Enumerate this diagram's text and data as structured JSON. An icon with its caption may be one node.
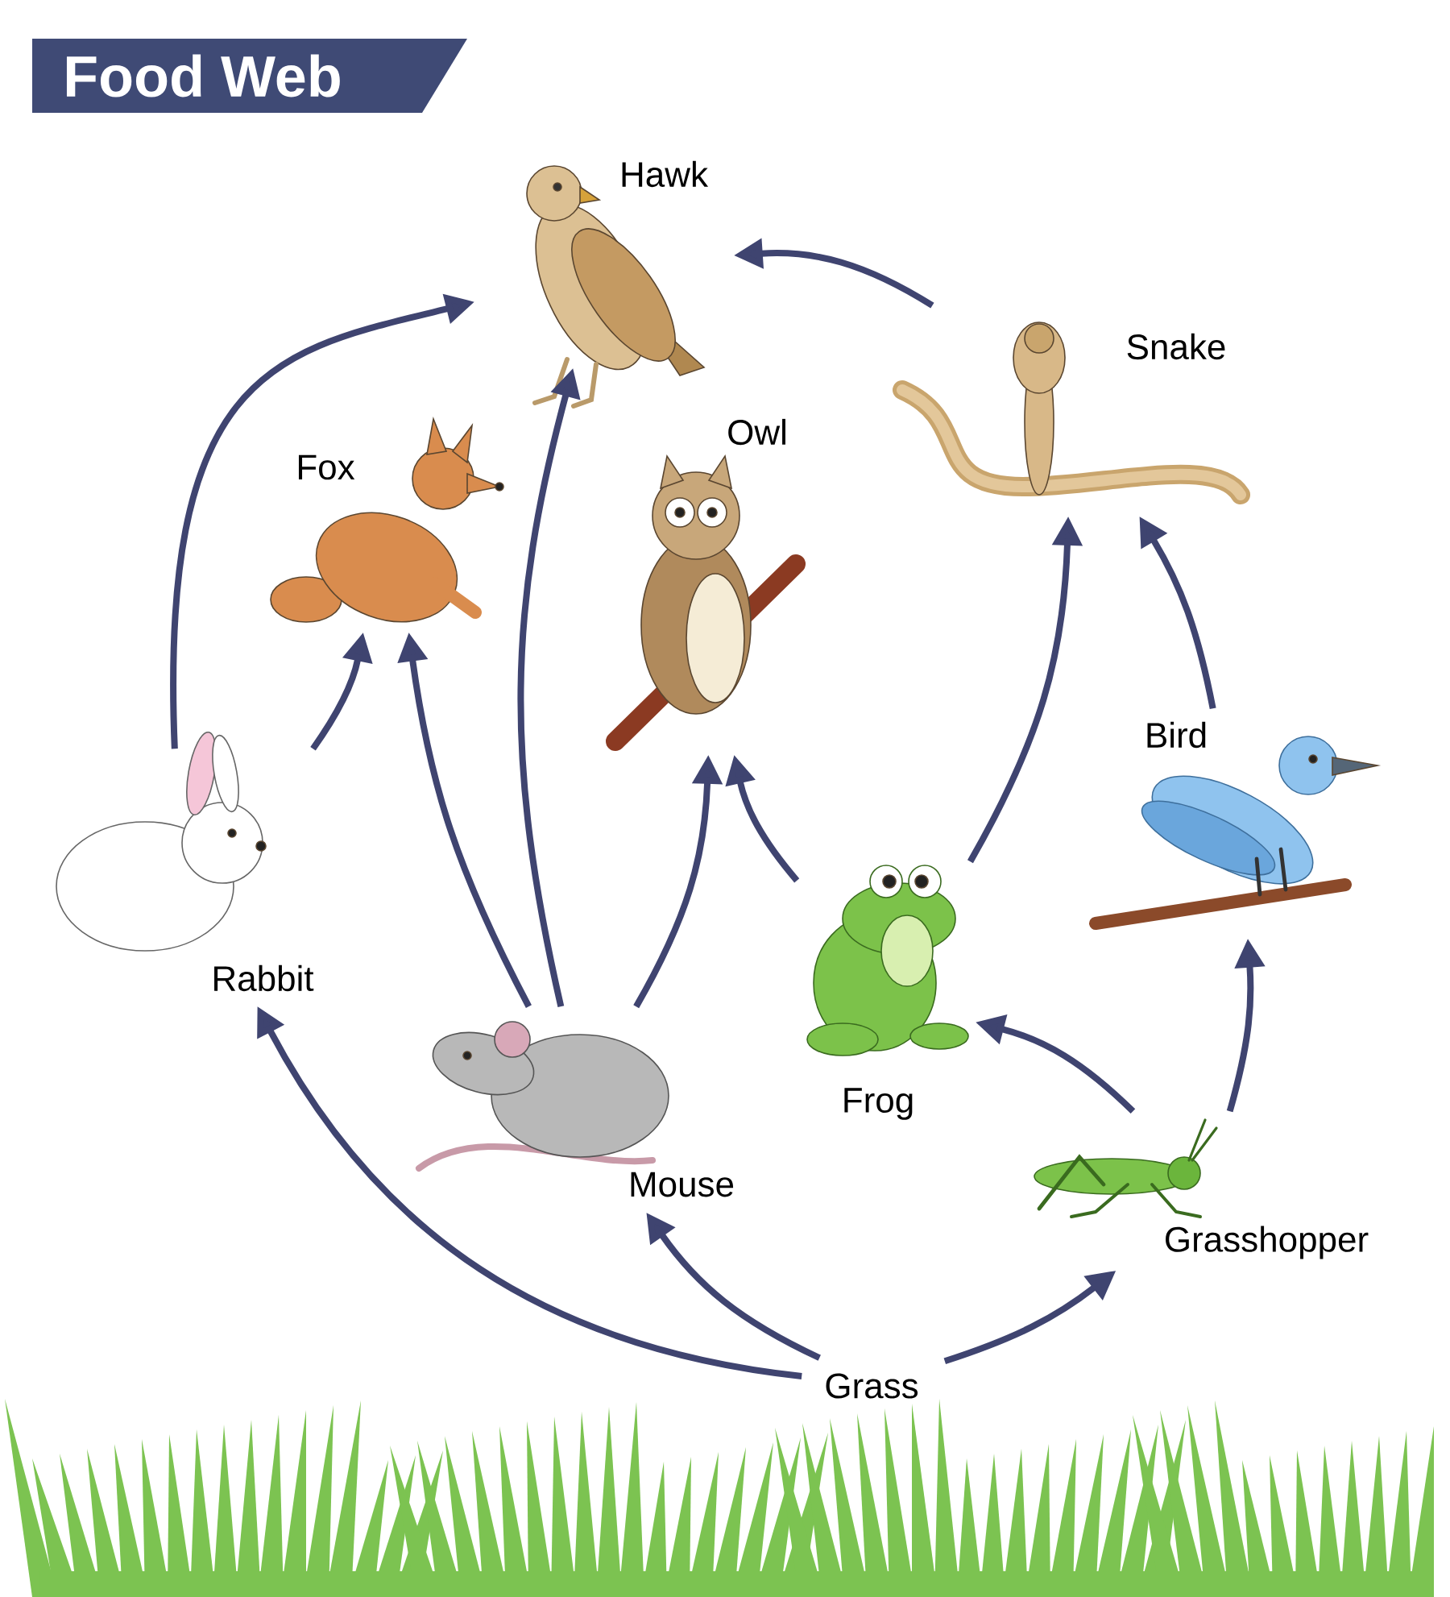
{
  "diagram": {
    "title": "Food Web",
    "nodes": [
      {
        "text": [
          "Hawk"
        ]
      },
      {
        "text": [
          "Snake"
        ]
      },
      {
        "text": [
          "Fox"
        ]
      },
      {
        "text": [
          "Owl"
        ]
      },
      {
        "text": [
          "Bird"
        ]
      },
      {
        "text": [
          "Rabbit"
        ]
      },
      {
        "text": [
          "Frog"
        ]
      },
      {
        "text": [
          "Mouse"
        ]
      },
      {
        "text": [
          "Grasshopper"
        ]
      },
      {
        "text": [
          "Grass"
        ]
      }
    ],
    "edges": [
      {
        "from": 5,
        "to": 0,
        "arrow": "to"
      },
      {
        "from": 5,
        "to": 2,
        "arrow": "to"
      },
      {
        "from": 7,
        "to": 2,
        "arrow": "to"
      },
      {
        "from": 7,
        "to": 0,
        "arrow": "to"
      },
      {
        "from": 7,
        "to": 3,
        "arrow": "to"
      },
      {
        "from": 6,
        "to": 3,
        "arrow": "to"
      },
      {
        "from": 6,
        "to": 1,
        "arrow": "to"
      },
      {
        "from": 1,
        "to": 0,
        "arrow": "to"
      },
      {
        "from": 4,
        "to": 1,
        "arrow": "to"
      },
      {
        "from": 8,
        "to": 6,
        "arrow": "to"
      },
      {
        "from": 8,
        "to": 4,
        "arrow": "to"
      },
      {
        "from": 9,
        "to": 5,
        "arrow": "to"
      },
      {
        "from": 9,
        "to": 7,
        "arrow": "to"
      },
      {
        "from": 9,
        "to": 8,
        "arrow": "to"
      }
    ]
  }
}
